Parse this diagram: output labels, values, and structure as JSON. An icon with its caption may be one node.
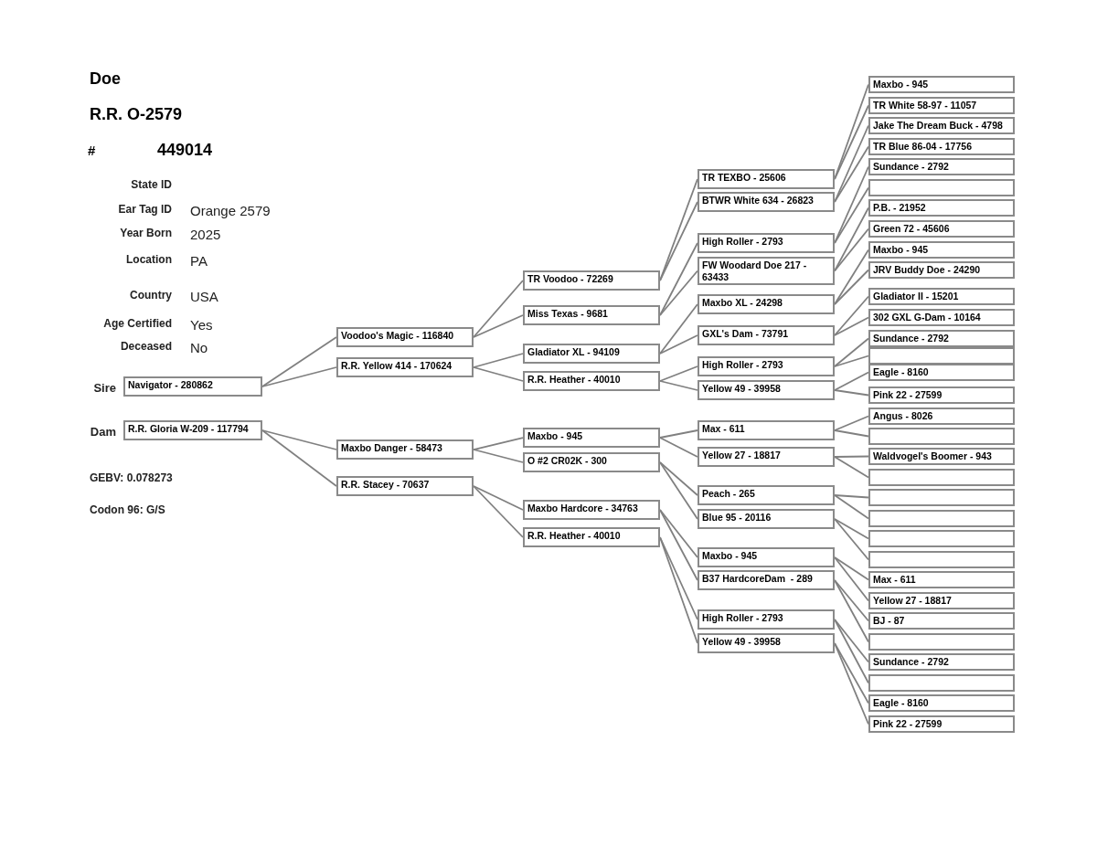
{
  "diagram": {
    "nodes": [
      {
        "text": [
          "Navigator - 280862"
        ],
        "beside": [
          "Sire"
        ]
      },
      {
        "text": [
          "R.R. Gloria W-209 - 117794"
        ],
        "beside": [
          "Dam"
        ]
      },
      {
        "text": [
          "Voodoo's Magic - 116840"
        ]
      },
      {
        "text": [
          "R.R. Yellow 414 - 170624"
        ]
      },
      {
        "text": [
          "Maxbo Danger - 58473"
        ]
      },
      {
        "text": [
          "R.R. Stacey - 70637"
        ]
      },
      {
        "text": [
          "TR Voodoo - 72269"
        ]
      },
      {
        "text": [
          "Miss Texas - 9681"
        ]
      },
      {
        "text": [
          "Gladiator XL - 94109"
        ]
      },
      {
        "text": [
          "R.R. Heather - 40010"
        ]
      },
      {
        "text": [
          "Maxbo - 945"
        ]
      },
      {
        "text": [
          "O #2 CR02K - 300"
        ]
      },
      {
        "text": [
          "Maxbo Hardcore - 34763"
        ]
      },
      {
        "text": [
          "R.R. Heather - 40010"
        ]
      },
      {
        "text": [
          "TR TEXBO - 25606"
        ]
      },
      {
        "text": [
          "BTWR White 634 - 26823"
        ]
      },
      {
        "text": [
          "High Roller - 2793"
        ]
      },
      {
        "text": [
          "FW Woodard Doe 217 - 63433"
        ]
      },
      {
        "text": [
          "Maxbo XL - 24298"
        ]
      },
      {
        "text": [
          "GXL's Dam - 73791"
        ]
      },
      {
        "text": [
          "High Roller - 2793"
        ]
      },
      {
        "text": [
          "Yellow 49 - 39958"
        ]
      },
      {
        "text": [
          "Max - 611"
        ]
      },
      {
        "text": [
          "Yellow 27 - 18817"
        ]
      },
      {
        "text": [
          "Peach - 265"
        ]
      },
      {
        "text": [
          "Blue 95 - 20116"
        ]
      },
      {
        "text": [
          "Maxbo - 945"
        ]
      },
      {
        "text": [
          "B37 HardcoreDam  - 289"
        ]
      },
      {
        "text": [
          "High Roller - 2793"
        ]
      },
      {
        "text": [
          "Yellow 49 - 39958"
        ]
      },
      {
        "text": [
          "Maxbo - 945"
        ]
      },
      {
        "text": [
          "TR White 58-97 - 11057"
        ]
      },
      {
        "text": [
          "Jake The Dream Buck - 4798"
        ]
      },
      {
        "text": [
          "TR Blue 86-04 - 17756"
        ]
      },
      {
        "text": [
          "Sundance - 2792"
        ]
      },
      {
        "text": [],
        "shape": "box"
      },
      {
        "text": [
          "P.B. - 21952"
        ]
      },
      {
        "text": [
          "Green 72 - 45606"
        ]
      },
      {
        "text": [
          "Maxbo - 945"
        ]
      },
      {
        "text": [
          "JRV Buddy Doe - 24290"
        ]
      },
      {
        "text": [
          "Gladiator II - 15201"
        ]
      },
      {
        "text": [
          "302 GXL G-Dam - 10164"
        ]
      },
      {
        "text": [
          "Sundance - 2792"
        ]
      },
      {
        "text": [],
        "shape": "box"
      },
      {
        "text": [
          "Eagle - 8160"
        ]
      },
      {
        "text": [
          "Pink 22 - 27599"
        ]
      },
      {
        "text": [
          "Angus - 8026"
        ]
      },
      {
        "text": [],
        "shape": "box"
      },
      {
        "text": [
          "Waldvogel's Boomer - 943"
        ]
      },
      {
        "text": [],
        "shape": "box"
      },
      {
        "text": [],
        "shape": "box"
      },
      {
        "text": [],
        "shape": "box"
      },
      {
        "text": [],
        "shape": "box"
      },
      {
        "text": [],
        "shape": "box"
      },
      {
        "text": [
          "Max - 611"
        ]
      },
      {
        "text": [
          "Yellow 27 - 18817"
        ]
      },
      {
        "text": [
          "BJ - 87"
        ]
      },
      {
        "text": [],
        "shape": "box"
      },
      {
        "text": [
          "Sundance - 2792"
        ]
      },
      {
        "text": [],
        "shape": "box"
      },
      {
        "text": [
          "Eagle - 8160"
        ]
      },
      {
        "text": [
          "Pink 22 - 27599"
        ]
      }
    ],
    "edges": [
      {
        "from": 0,
        "to": 2,
        "arrow": "none"
      },
      {
        "from": 0,
        "to": 3,
        "arrow": "none"
      },
      {
        "from": 1,
        "to": 4,
        "arrow": "none"
      },
      {
        "from": 1,
        "to": 5,
        "arrow": "none"
      },
      {
        "from": 2,
        "to": 6,
        "arrow": "none"
      },
      {
        "from": 2,
        "to": 7,
        "arrow": "none"
      },
      {
        "from": 3,
        "to": 8,
        "arrow": "none"
      },
      {
        "from": 3,
        "to": 9,
        "arrow": "none"
      },
      {
        "from": 4,
        "to": 10,
        "arrow": "none"
      },
      {
        "from": 4,
        "to": 11,
        "arrow": "none"
      },
      {
        "from": 5,
        "to": 12,
        "arrow": "none"
      },
      {
        "from": 5,
        "to": 13,
        "arrow": "none"
      },
      {
        "from": 6,
        "to": 14,
        "arrow": "none"
      },
      {
        "from": 6,
        "to": 15,
        "arrow": "none"
      },
      {
        "from": 7,
        "to": 16,
        "arrow": "none"
      },
      {
        "from": 7,
        "to": 17,
        "arrow": "none"
      },
      {
        "from": 8,
        "to": 18,
        "arrow": "none"
      },
      {
        "from": 8,
        "to": 19,
        "arrow": "none"
      },
      {
        "from": 9,
        "to": 20,
        "arrow": "none"
      },
      {
        "from": 9,
        "to": 21,
        "arrow": "none"
      },
      {
        "from": 10,
        "to": 22,
        "arrow": "none"
      },
      {
        "from": 10,
        "to": 23,
        "arrow": "none"
      },
      {
        "from": 11,
        "to": 24,
        "arrow": "none"
      },
      {
        "from": 11,
        "to": 25,
        "arrow": "none"
      },
      {
        "from": 12,
        "to": 26,
        "arrow": "none"
      },
      {
        "from": 12,
        "to": 27,
        "arrow": "none"
      },
      {
        "from": 13,
        "to": 28,
        "arrow": "none"
      },
      {
        "from": 13,
        "to": 29,
        "arrow": "none"
      },
      {
        "from": 14,
        "to": 30,
        "arrow": "none"
      },
      {
        "from": 14,
        "to": 31,
        "arrow": "none"
      },
      {
        "from": 15,
        "to": 32,
        "arrow": "none"
      },
      {
        "from": 15,
        "to": 33,
        "arrow": "none"
      },
      {
        "from": 16,
        "to": 34,
        "arrow": "none"
      },
      {
        "from": 16,
        "to": 35,
        "arrow": "none"
      },
      {
        "from": 17,
        "to": 36,
        "arrow": "none"
      },
      {
        "from": 17,
        "to": 37,
        "arrow": "none"
      },
      {
        "from": 18,
        "to": 38,
        "arrow": "none"
      },
      {
        "from": 18,
        "to": 39,
        "arrow": "none"
      },
      {
        "from": 19,
        "to": 40,
        "arrow": "none"
      },
      {
        "from": 19,
        "to": 41,
        "arrow": "none"
      },
      {
        "from": 20,
        "to": 42,
        "arrow": "none"
      },
      {
        "from": 20,
        "to": 43,
        "arrow": "none"
      },
      {
        "from": 21,
        "to": 44,
        "arrow": "none"
      },
      {
        "from": 21,
        "to": 45,
        "arrow": "none"
      },
      {
        "from": 22,
        "to": 46,
        "arrow": "none"
      },
      {
        "from": 22,
        "to": 47,
        "arrow": "none"
      },
      {
        "from": 23,
        "to": 48,
        "arrow": "none"
      },
      {
        "from": 23,
        "to": 49,
        "arrow": "none"
      },
      {
        "from": 24,
        "to": 50,
        "arrow": "none"
      },
      {
        "from": 24,
        "to": 51,
        "arrow": "none"
      },
      {
        "from": 25,
        "to": 52,
        "arrow": "none"
      },
      {
        "from": 25,
        "to": 53,
        "arrow": "none"
      },
      {
        "from": 26,
        "to": 54,
        "arrow": "none"
      },
      {
        "from": 26,
        "to": 55,
        "arrow": "none"
      },
      {
        "from": 27,
        "to": 56,
        "arrow": "none"
      },
      {
        "from": 27,
        "to": 57,
        "arrow": "none"
      },
      {
        "from": 28,
        "to": 58,
        "arrow": "none"
      },
      {
        "from": 28,
        "to": 59,
        "arrow": "none"
      },
      {
        "from": 29,
        "to": 60,
        "arrow": "none"
      },
      {
        "from": 29,
        "to": 61,
        "arrow": "none"
      }
    ],
    "labels": [
      "Doe",
      "R.R. O-2579",
      "#",
      "449014",
      "State ID",
      "Ear Tag ID",
      "Orange 2579",
      "Year Born",
      "2025",
      "Location",
      "PA",
      "Country",
      "USA",
      "Age Certified",
      "Yes",
      "Deceased",
      "No",
      "GEBV: 0.078273",
      "Codon 96: G/S"
    ]
  }
}
